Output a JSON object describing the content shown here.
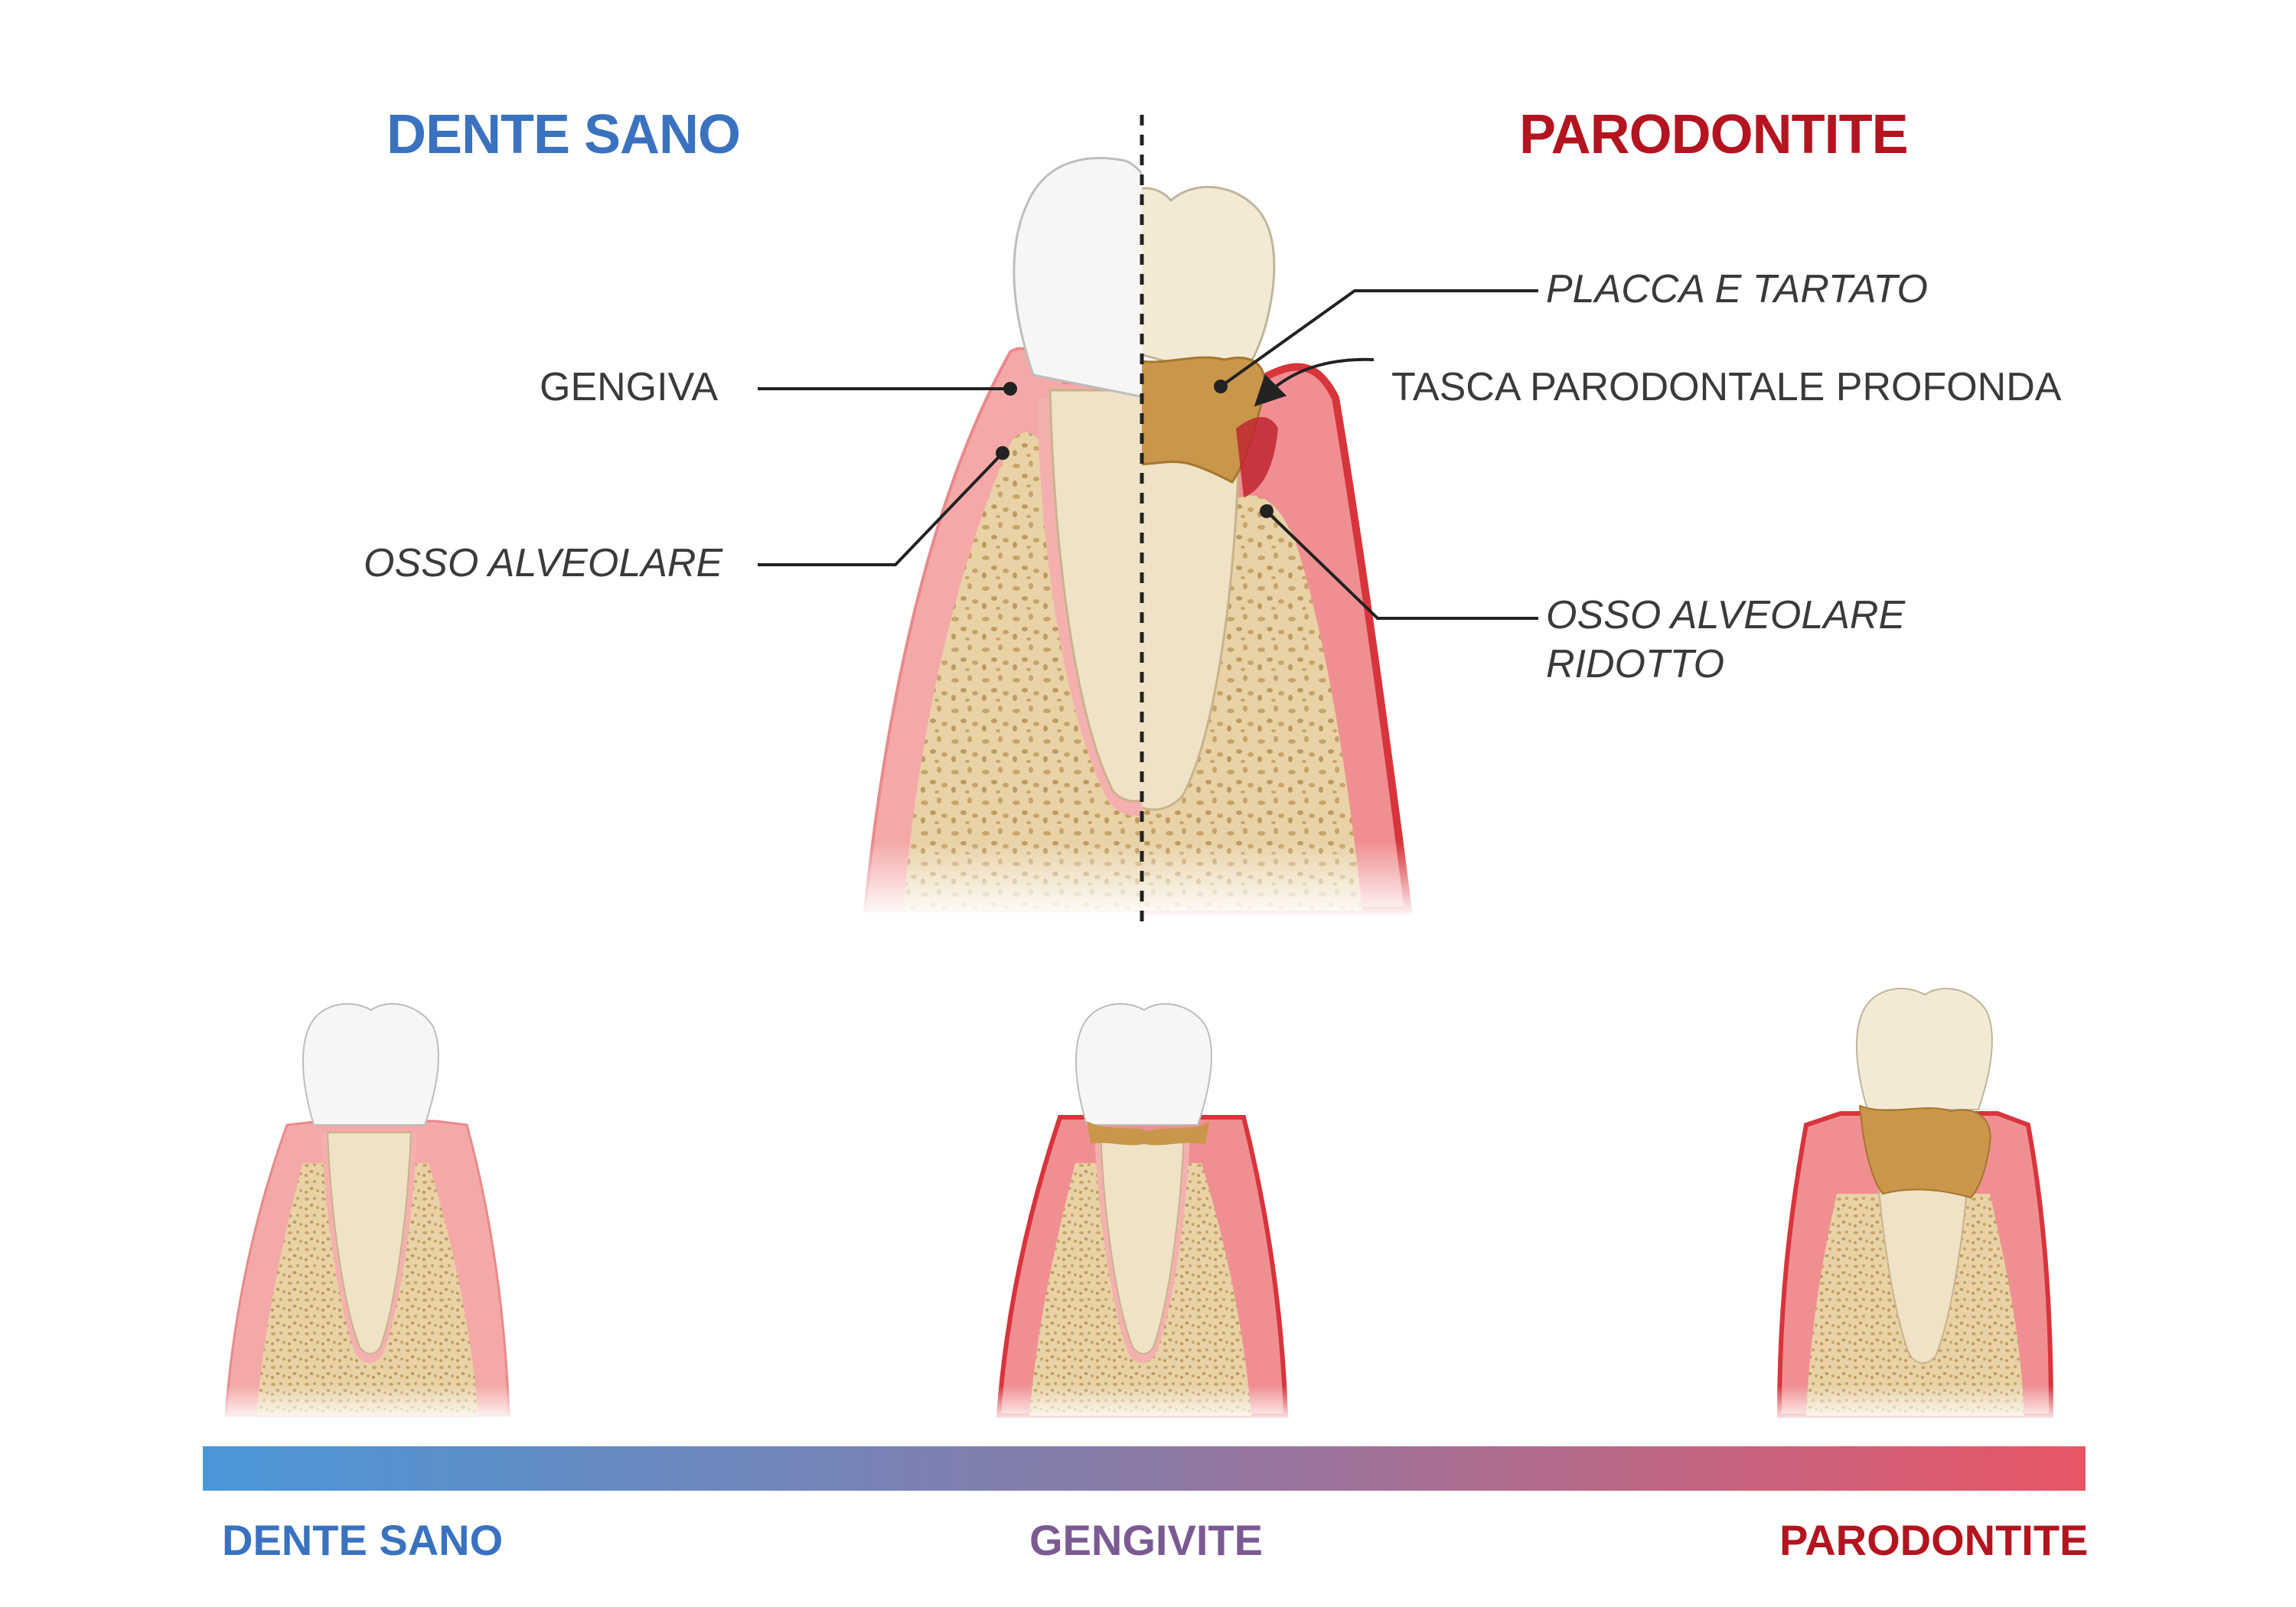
{
  "titles": {
    "healthy": "DENTE SANO",
    "periodontitis": "PARODONTITE"
  },
  "labels": {
    "gum": "GENGIVA",
    "alveolar_bone": "OSSO ALVEOLARE",
    "plaque_tartar": "PLACCA E TARTATO",
    "deep_pocket": "TASCA PARODONTALE PROFONDA",
    "reduced_bone_line1": "OSSO ALVEOLARE",
    "reduced_bone_line2": "RIDOTTO"
  },
  "scale": {
    "start": "DENTE SANO",
    "middle": "GENGIVITE",
    "end": "PARODONTITE"
  },
  "colors": {
    "healthy_blue": "#3a72c0",
    "gingivitis_purple": "#7b5a93",
    "periodontitis_red": "#b3141f",
    "gradient_start": "#4a97d8",
    "gradient_mid": "#8a7aa6",
    "gradient_end": "#e85566",
    "gum_pink": "#f4a9a8",
    "gum_inflamed": "#e14b52",
    "bone": "#e8d2a6",
    "tartar": "#c9964b"
  }
}
